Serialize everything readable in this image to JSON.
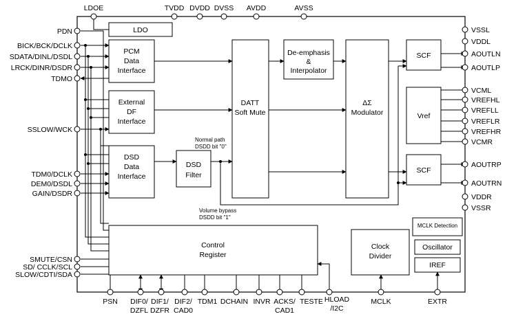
{
  "pins": {
    "top": [
      "LDOE",
      "TVDD",
      "DVDD",
      "DVSS",
      "AVDD",
      "AVSS"
    ],
    "left": [
      "PDN",
      "BICK/BCK/DCLK",
      "SDATA/DINL/DSDL",
      "LRCK/DINR/DSDR",
      "TDMO",
      "SSLOW/WCK",
      "TDM0/DCLK",
      "DEM0/DSDL",
      "GAIN/DSDR",
      "SMUTE/CSN",
      "SD/ CCLK/SCL",
      "SLOW/CDTI/SDA"
    ],
    "right": [
      "VSSL",
      "VDDL",
      "AOUTLN",
      "AOUTLP",
      "VCML",
      "VREFHL",
      "VREFLL",
      "VREFLR",
      "VREFHR",
      "VCMR",
      "AOUTRP",
      "AOUTRN",
      "VDDR",
      "VSSR"
    ],
    "bottom": [
      {
        "line1": "PSN",
        "line2": ""
      },
      {
        "line1": "DIF0/",
        "line2": "DZFL"
      },
      {
        "line1": "DIF1/",
        "line2": "DZFR"
      },
      {
        "line1": "DIF2/",
        "line2": "CAD0"
      },
      {
        "line1": "TDM1",
        "line2": ""
      },
      {
        "line1": "DCHAIN",
        "line2": ""
      },
      {
        "line1": "INVR",
        "line2": ""
      },
      {
        "line1": "ACKS/",
        "line2": "CAD1"
      },
      {
        "line1": "TESTE",
        "line2": ""
      },
      {
        "line1": "HLOAD",
        "line2": "/I2C"
      },
      {
        "line1": "MCLK",
        "line2": ""
      },
      {
        "line1": "EXTR",
        "line2": ""
      }
    ]
  },
  "blocks": {
    "ldo": "LDO",
    "pcm": [
      "PCM",
      "Data",
      "Interface"
    ],
    "ext_df": [
      "External",
      "DF",
      "Interface"
    ],
    "dsd": [
      "DSD",
      "Data",
      "Interface"
    ],
    "dsd_filter": [
      "DSD",
      "Filter"
    ],
    "datt": [
      "DATT",
      "Soft Mute"
    ],
    "deemph": [
      "De-emphasis",
      "&",
      "Interpolator"
    ],
    "modulator": [
      "ΔΣ",
      "Modulator"
    ],
    "scf_l": "SCF",
    "vref": "Vref",
    "scf_r": "SCF",
    "control": [
      "Control",
      "Register"
    ],
    "clock_div": [
      "Clock",
      "Divider"
    ],
    "mclk_det": "MCLK Detection",
    "oscillator": "Oscillator",
    "iref": "IREF"
  },
  "annotations": {
    "normal_path": [
      "Normal path",
      "DSDD bit \"0\""
    ],
    "volume_bypass": [
      "Volume bypass",
      "DSDD bit \"1\""
    ]
  }
}
